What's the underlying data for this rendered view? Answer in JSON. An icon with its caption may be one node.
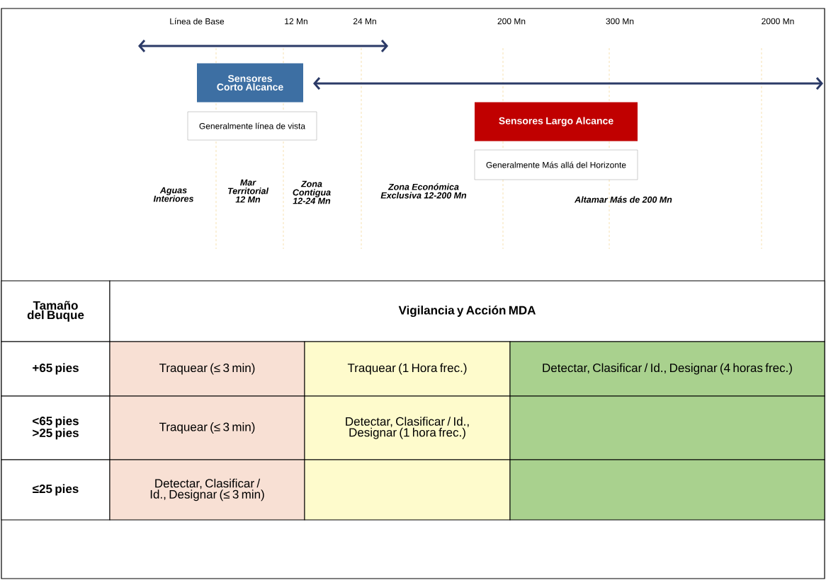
{
  "diagram": {
    "nodes": [
      {
        "text": [
          "Sensores Corto Alcance"
        ]
      },
      {
        "text": [
          "Generalmente línea de vista"
        ]
      },
      {
        "text": [
          "Sensores Largo Alcance"
        ]
      },
      {
        "text": [
          "Generalmente Más allá del Horizonte"
        ]
      }
    ],
    "labels": [
      "Línea de Base",
      "12 Mn",
      "24 Mn",
      "200 Mn",
      "300 Mn",
      "2000 Mn",
      "Aguas Interiores",
      "Mar Territorial 12 Mn",
      "Zona Contigua 12-24 Mn",
      "Zona Económica Exclusiva 12-200 Mn",
      "Altamar Más de 200 Mn",
      "Tamaño del Buque",
      "Vigilancia y Acción MDA",
      "+65 pies",
      "Traquear (≤ 3 min)",
      "Traquear (1 Hora frec.)",
      "Detectar, Clasificar / Id., Designar (4 horas frec.)",
      "<65 pies >25 pies",
      "Traquear (≤ 3 min)",
      "Detectar, Clasificar / Id., Designar (1 hora frec.)",
      "≤25 pies",
      "Detectar, Clasificar / Id., Designar (≤ 3 min)"
    ]
  }
}
